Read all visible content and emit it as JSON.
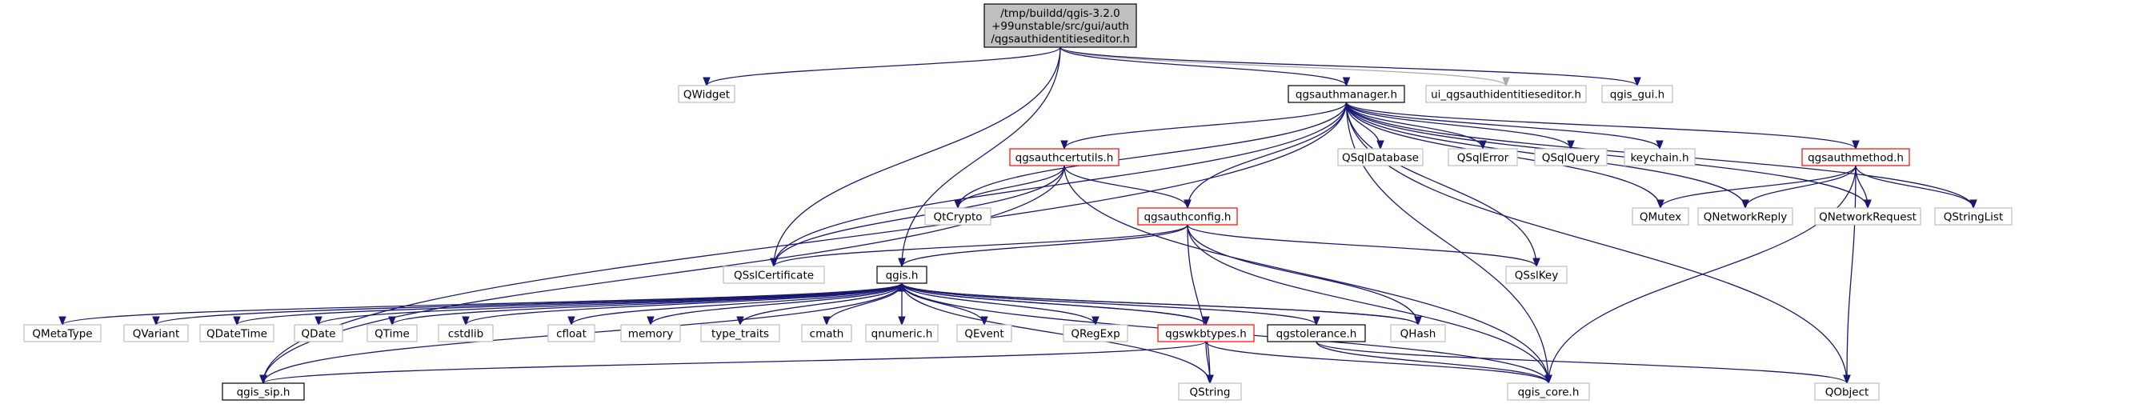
{
  "colors": {
    "edge_main": "#191970",
    "edge_gray": "#a9a9a9",
    "border_gray": "#bfbfbf",
    "border_black": "#000000",
    "border_red": "#ff0000",
    "root_fill": "#bfbfbf",
    "node_fill": "#ffffff"
  },
  "nodes": [
    {
      "id": "root",
      "lines": [
        "/tmp/buildd/qgis-3.2.0",
        "+99unstable/src/gui/auth",
        "/qgsauthidentitieseditor.h"
      ],
      "style": "root"
    },
    {
      "id": "QWidget",
      "lines": [
        "QWidget"
      ],
      "style": "gray"
    },
    {
      "id": "qgsauthmanager",
      "lines": [
        "qgsauthmanager.h"
      ],
      "style": "black"
    },
    {
      "id": "ui_editor",
      "lines": [
        "ui_qgsauthidentitieseditor.h"
      ],
      "style": "gray"
    },
    {
      "id": "qgis_gui",
      "lines": [
        "qgis_gui.h"
      ],
      "style": "gray"
    },
    {
      "id": "qgsauthcertutils",
      "lines": [
        "qgsauthcertutils.h"
      ],
      "style": "red"
    },
    {
      "id": "QSqlDatabase",
      "lines": [
        "QSqlDatabase"
      ],
      "style": "gray"
    },
    {
      "id": "QSqlError",
      "lines": [
        "QSqlError"
      ],
      "style": "gray"
    },
    {
      "id": "QSqlQuery",
      "lines": [
        "QSqlQuery"
      ],
      "style": "gray"
    },
    {
      "id": "keychain",
      "lines": [
        "keychain.h"
      ],
      "style": "gray"
    },
    {
      "id": "qgsauthmethod",
      "lines": [
        "qgsauthmethod.h"
      ],
      "style": "red"
    },
    {
      "id": "QtCrypto",
      "lines": [
        "QtCrypto"
      ],
      "style": "gray"
    },
    {
      "id": "QMutex",
      "lines": [
        "QMutex"
      ],
      "style": "gray"
    },
    {
      "id": "QNetworkReply",
      "lines": [
        "QNetworkReply"
      ],
      "style": "gray"
    },
    {
      "id": "QNetworkRequest",
      "lines": [
        "QNetworkRequest"
      ],
      "style": "gray"
    },
    {
      "id": "QStringList",
      "lines": [
        "QStringList"
      ],
      "style": "gray"
    },
    {
      "id": "qgsauthconfig",
      "lines": [
        "qgsauthconfig.h"
      ],
      "style": "red"
    },
    {
      "id": "QSslCertificate",
      "lines": [
        "QSslCertificate"
      ],
      "style": "gray"
    },
    {
      "id": "QSslKey",
      "lines": [
        "QSslKey"
      ],
      "style": "gray"
    },
    {
      "id": "qgis",
      "lines": [
        "qgis.h"
      ],
      "style": "black"
    },
    {
      "id": "QMetaType",
      "lines": [
        "QMetaType"
      ],
      "style": "gray"
    },
    {
      "id": "QVariant",
      "lines": [
        "QVariant"
      ],
      "style": "gray"
    },
    {
      "id": "QDateTime",
      "lines": [
        "QDateTime"
      ],
      "style": "gray"
    },
    {
      "id": "QDate",
      "lines": [
        "QDate"
      ],
      "style": "gray"
    },
    {
      "id": "QTime",
      "lines": [
        "QTime"
      ],
      "style": "gray"
    },
    {
      "id": "cstdlib",
      "lines": [
        "cstdlib"
      ],
      "style": "gray"
    },
    {
      "id": "cfloat",
      "lines": [
        "cfloat"
      ],
      "style": "gray"
    },
    {
      "id": "memory",
      "lines": [
        "memory"
      ],
      "style": "gray"
    },
    {
      "id": "type_traits",
      "lines": [
        "type_traits"
      ],
      "style": "gray"
    },
    {
      "id": "cmath",
      "lines": [
        "cmath"
      ],
      "style": "gray"
    },
    {
      "id": "qnumeric",
      "lines": [
        "qnumeric.h"
      ],
      "style": "gray"
    },
    {
      "id": "QEvent",
      "lines": [
        "QEvent"
      ],
      "style": "gray"
    },
    {
      "id": "QRegExp",
      "lines": [
        "QRegExp"
      ],
      "style": "gray"
    },
    {
      "id": "qgswkbtypes",
      "lines": [
        "qgswkbtypes.h"
      ],
      "style": "red"
    },
    {
      "id": "qgstolerance",
      "lines": [
        "qgstolerance.h"
      ],
      "style": "black"
    },
    {
      "id": "QHash",
      "lines": [
        "QHash"
      ],
      "style": "gray"
    },
    {
      "id": "qgis_sip",
      "lines": [
        "qgis_sip.h"
      ],
      "style": "black"
    },
    {
      "id": "QString",
      "lines": [
        "QString"
      ],
      "style": "gray"
    },
    {
      "id": "qgis_core",
      "lines": [
        "qgis_core.h"
      ],
      "style": "gray"
    },
    {
      "id": "QObject",
      "lines": [
        "QObject"
      ],
      "style": "gray"
    }
  ],
  "edges": [
    {
      "from": "root",
      "to": "QWidget"
    },
    {
      "from": "root",
      "to": "qgsauthmanager"
    },
    {
      "from": "root",
      "to": "ui_editor",
      "color": "gray"
    },
    {
      "from": "root",
      "to": "qgis_gui"
    },
    {
      "from": "root",
      "to": "QSslCertificate"
    },
    {
      "from": "root",
      "to": "qgis"
    },
    {
      "from": "qgsauthmanager",
      "to": "qgsauthcertutils"
    },
    {
      "from": "qgsauthmanager",
      "to": "QSqlDatabase"
    },
    {
      "from": "qgsauthmanager",
      "to": "QSqlError"
    },
    {
      "from": "qgsauthmanager",
      "to": "QSqlQuery"
    },
    {
      "from": "qgsauthmanager",
      "to": "keychain"
    },
    {
      "from": "qgsauthmanager",
      "to": "qgsauthmethod"
    },
    {
      "from": "qgsauthmanager",
      "to": "QtCrypto"
    },
    {
      "from": "qgsauthmanager",
      "to": "QMutex"
    },
    {
      "from": "qgsauthmanager",
      "to": "QNetworkReply"
    },
    {
      "from": "qgsauthmanager",
      "to": "QNetworkRequest"
    },
    {
      "from": "qgsauthmanager",
      "to": "QStringList"
    },
    {
      "from": "qgsauthmanager",
      "to": "QObject"
    },
    {
      "from": "qgsauthmanager",
      "to": "qgsauthconfig"
    },
    {
      "from": "qgsauthmanager",
      "to": "QSslCertificate"
    },
    {
      "from": "qgsauthmanager",
      "to": "QSslKey"
    },
    {
      "from": "qgsauthmanager",
      "to": "qgis_core"
    },
    {
      "from": "qgsauthmanager",
      "to": "qgis_sip"
    },
    {
      "from": "qgsauthcertutils",
      "to": "QtCrypto"
    },
    {
      "from": "qgsauthcertutils",
      "to": "qgsauthconfig"
    },
    {
      "from": "qgsauthcertutils",
      "to": "QSslCertificate"
    },
    {
      "from": "qgsauthcertutils",
      "to": "qgis_core"
    },
    {
      "from": "qgsauthcertutils",
      "to": "qgis_sip"
    },
    {
      "from": "qgsauthmethod",
      "to": "QMutex"
    },
    {
      "from": "qgsauthmethod",
      "to": "QNetworkReply"
    },
    {
      "from": "qgsauthmethod",
      "to": "QNetworkRequest"
    },
    {
      "from": "qgsauthmethod",
      "to": "QStringList"
    },
    {
      "from": "qgsauthmethod",
      "to": "QObject"
    },
    {
      "from": "qgsauthmethod",
      "to": "qgis_core"
    },
    {
      "from": "qgsauthconfig",
      "to": "QSslCertificate"
    },
    {
      "from": "qgsauthconfig",
      "to": "QSslKey"
    },
    {
      "from": "qgsauthconfig",
      "to": "qgis"
    },
    {
      "from": "qgsauthconfig",
      "to": "QHash"
    },
    {
      "from": "qgsauthconfig",
      "to": "qgis_core"
    },
    {
      "from": "qgsauthconfig",
      "to": "QString"
    },
    {
      "from": "qgis",
      "to": "QMetaType"
    },
    {
      "from": "qgis",
      "to": "QVariant"
    },
    {
      "from": "qgis",
      "to": "QDateTime"
    },
    {
      "from": "qgis",
      "to": "QDate"
    },
    {
      "from": "qgis",
      "to": "QTime"
    },
    {
      "from": "qgis",
      "to": "cstdlib"
    },
    {
      "from": "qgis",
      "to": "cfloat"
    },
    {
      "from": "qgis",
      "to": "memory"
    },
    {
      "from": "qgis",
      "to": "type_traits"
    },
    {
      "from": "qgis",
      "to": "cmath"
    },
    {
      "from": "qgis",
      "to": "qnumeric"
    },
    {
      "from": "qgis",
      "to": "QEvent"
    },
    {
      "from": "qgis",
      "to": "QRegExp"
    },
    {
      "from": "qgis",
      "to": "qgswkbtypes"
    },
    {
      "from": "qgis",
      "to": "qgstolerance"
    },
    {
      "from": "qgis",
      "to": "QHash"
    },
    {
      "from": "qgis",
      "to": "qgis_sip"
    },
    {
      "from": "qgis",
      "to": "QString"
    },
    {
      "from": "qgis",
      "to": "qgis_core"
    },
    {
      "from": "qgswkbtypes",
      "to": "qgis"
    },
    {
      "from": "qgswkbtypes",
      "to": "QString"
    },
    {
      "from": "qgswkbtypes",
      "to": "qgis_sip"
    },
    {
      "from": "qgswkbtypes",
      "to": "qgis_core"
    },
    {
      "from": "qgstolerance",
      "to": "qgis_core"
    },
    {
      "from": "qgstolerance",
      "to": "QObject"
    },
    {
      "from": "QHash",
      "to": "qgis"
    }
  ]
}
